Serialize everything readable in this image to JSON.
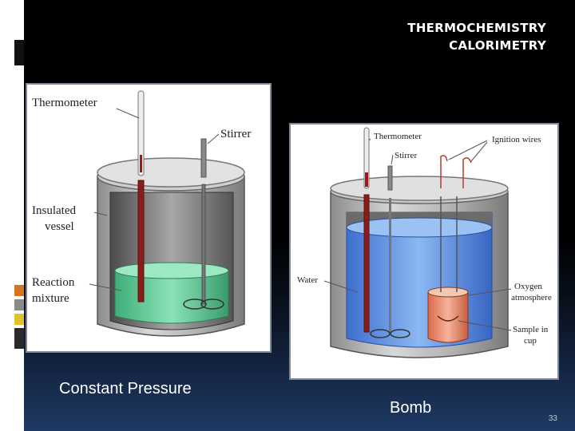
{
  "slide": {
    "title_line1": "THERMOCHEMISTRY",
    "title_line2": "CALORIMETRY",
    "page_number": "33"
  },
  "figure_left": {
    "caption": "Constant Pressure",
    "labels": {
      "thermometer": "Thermometer",
      "stirrer": "Stirrer",
      "insulated_line1": "Insulated",
      "insulated_line2": "vessel",
      "reaction_line1": "Reaction",
      "reaction_line2": "mixture"
    }
  },
  "figure_right": {
    "caption": "Bomb",
    "labels": {
      "thermometer": "Thermometer",
      "stirrer": "Stirrer",
      "ignition": "Ignition wires",
      "water": "Water",
      "oxygen_line1": "Oxygen",
      "oxygen_line2": "atmosphere",
      "sample_line1": "Sample in",
      "sample_line2": "cup"
    }
  },
  "colors": {
    "background": "#000000",
    "gradient_bottom": "#1e3a66",
    "mixture_green": "#5fcf9a",
    "water_blue": "#5f9be8",
    "cup_orange": "#e9866a",
    "thermometer_red": "#a01818"
  }
}
